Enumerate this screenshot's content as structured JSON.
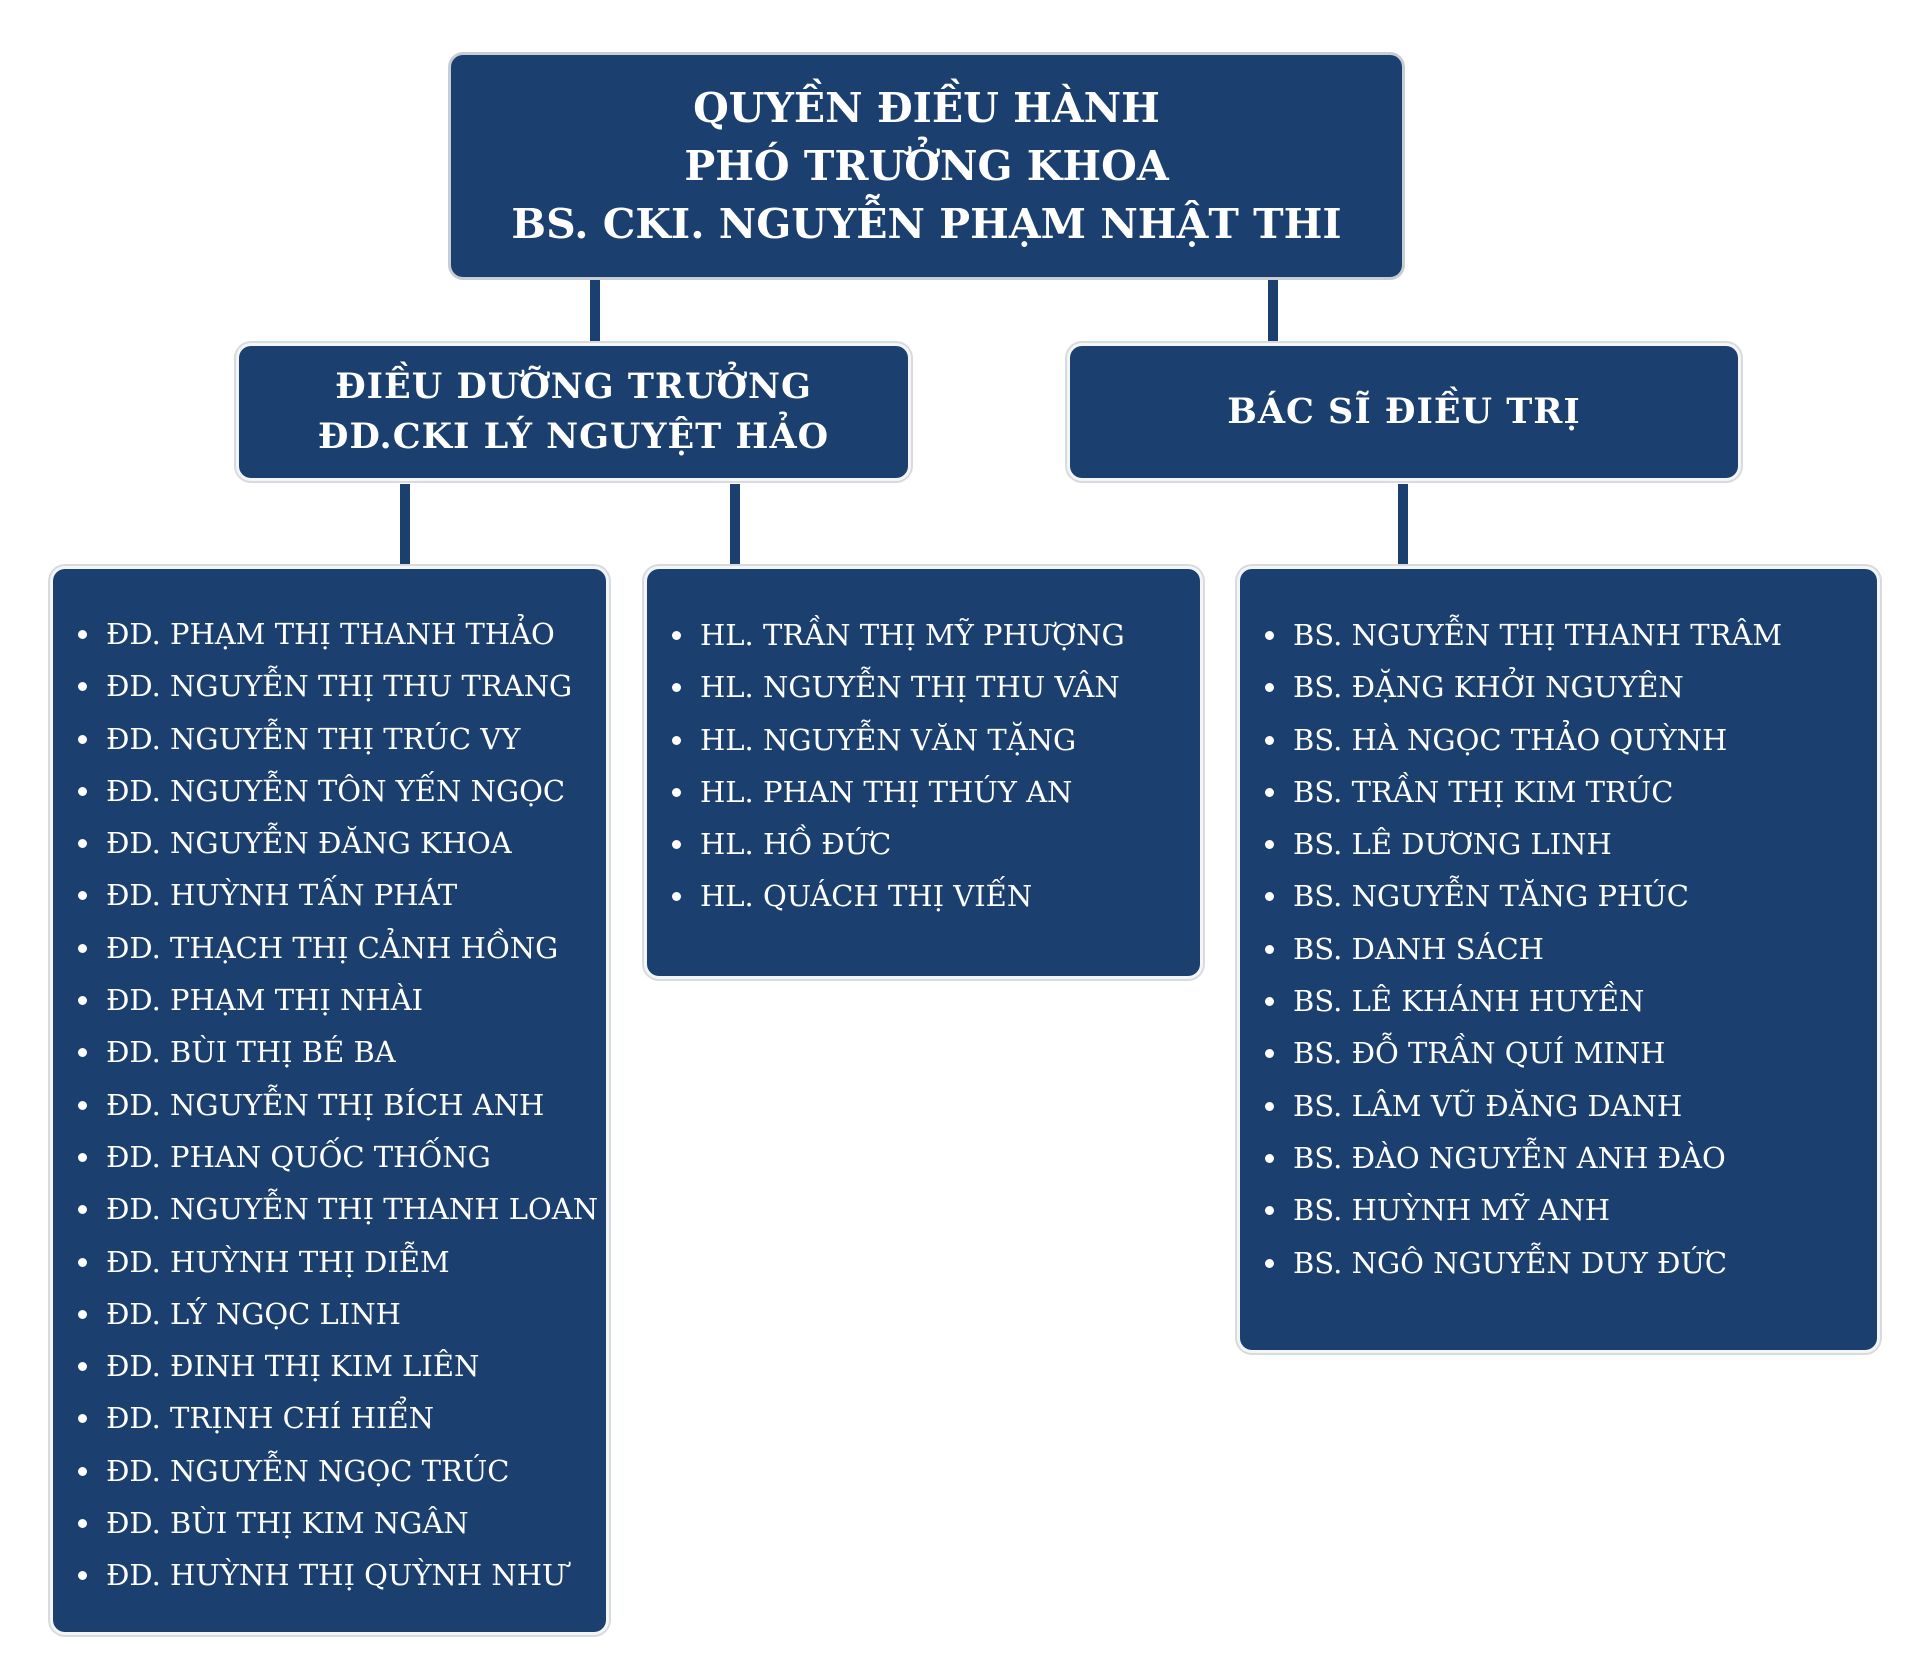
{
  "top": {
    "line1": "QUYỀN ĐIỀU HÀNH",
    "line2": "PHÓ TRƯỞNG KHOA",
    "line3": "BS. CKI. NGUYỄN PHẠM NHẬT THI"
  },
  "nursing_head": {
    "line1": "ĐIỀU DƯỠNG TRƯỞNG",
    "line2": "ĐD.CKI LÝ NGUYỆT HẢO"
  },
  "doctors_head": {
    "line1": "BÁC SĨ ĐIỀU TRỊ"
  },
  "nurses": [
    "ĐD. PHẠM THỊ THANH THẢO",
    "ĐD. NGUYỄN THỊ THU TRANG",
    "ĐD. NGUYỄN THỊ TRÚC VY",
    "ĐD. NGUYỄN TÔN YẾN NGỌC",
    "ĐD. NGUYỄN ĐĂNG KHOA",
    "ĐD. HUỲNH TẤN PHÁT",
    "ĐD. THẠCH THỊ CẢNH HỒNG",
    "ĐD. PHẠM THỊ NHÀI",
    "ĐD. BÙI THỊ BÉ BA",
    "ĐD. NGUYỄN THỊ BÍCH ANH",
    "ĐD. PHAN QUỐC THỐNG",
    "ĐD. NGUYỄN THỊ THANH LOAN",
    "ĐD. HUỲNH THỊ DIỄM",
    "ĐD. LÝ NGỌC LINH",
    "ĐD. ĐINH THỊ KIM LIÊN",
    "ĐD. TRỊNH CHÍ HIỂN",
    "ĐD. NGUYỄN NGỌC TRÚC",
    "ĐD. BÙI THỊ KIM NGÂN",
    "ĐD. HUỲNH THỊ QUỲNH NHƯ"
  ],
  "orderlies": [
    "HL. TRẦN THỊ MỸ PHƯỢNG",
    "HL. NGUYỄN THỊ THU VÂN",
    "HL. NGUYỄN VĂN TẶNG",
    "HL. PHAN THỊ THÚY AN",
    "HL. HỒ ĐỨC",
    "HL. QUÁCH THỊ VIẾN"
  ],
  "doctors": [
    "BS. NGUYỄN THỊ THANH TRÂM",
    "BS. ĐẶNG KHỞI NGUYÊN",
    "BS. HÀ NGỌC THẢO QUỲNH",
    "BS. TRẦN THỊ KIM TRÚC",
    "BS. LÊ DƯƠNG LINH",
    "BS. NGUYỄN TĂNG PHÚC",
    "BS. DANH SÁCH",
    "BS. LÊ KHÁNH HUYỀN",
    "BS. ĐỖ TRẦN QUÍ MINH",
    "BS. LÂM VŨ ĐĂNG DANH",
    "BS. ĐÀO NGUYỄN ANH ĐÀO",
    "BS. HUỲNH MỸ ANH",
    "BS. NGÔ NGUYỄN DUY ĐỨC"
  ],
  "colors": {
    "box_fill": "#1b3f6e",
    "text": "#ffffff",
    "border": "#d7dbe0"
  }
}
